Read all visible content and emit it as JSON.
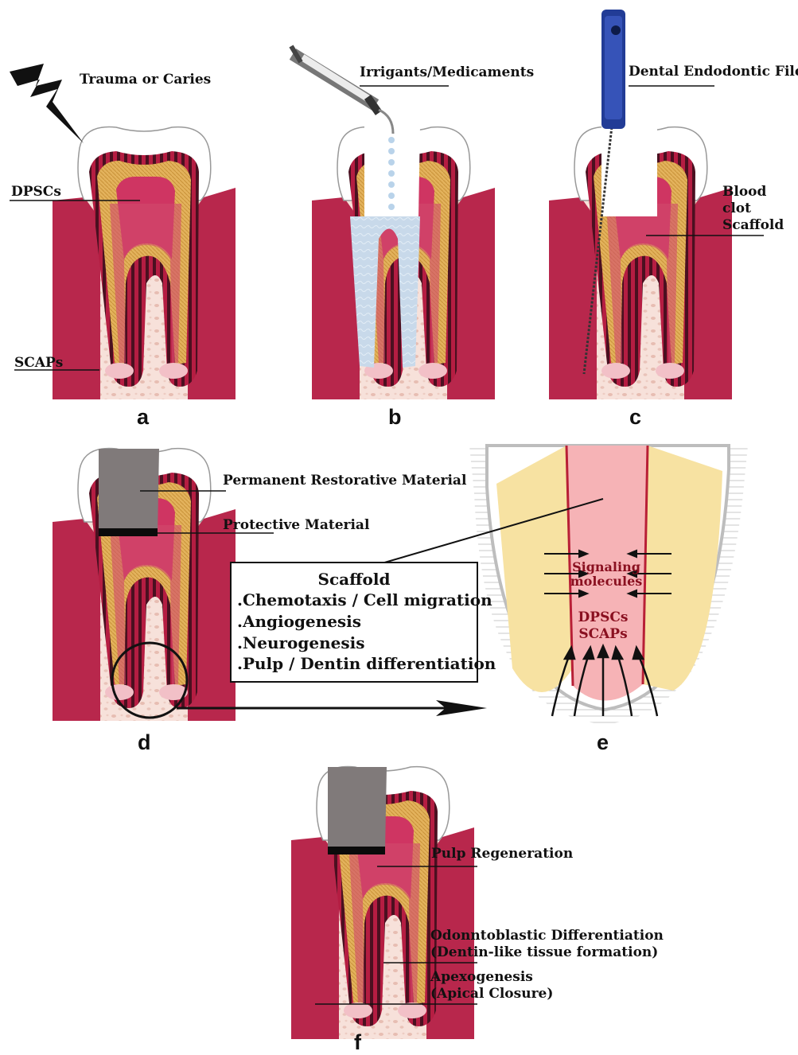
{
  "labels": {
    "trauma_or_caries": "Trauma or Caries",
    "dpscs": "DPSCs",
    "scaps": "SCAPs",
    "irrigants_medicaments": "Irrigants/Medicaments",
    "dental_endodontic_file": "Dental Endodontic File",
    "blood": "Blood",
    "clot": "clot",
    "scaffold_c": "Scaffold",
    "permanent_restorative_material": "Permanent Restorative Material",
    "protective_material": "Protective Material",
    "pulp_regeneration": "Pulp Regeneration",
    "odontoblastic_differentiation": "Odonntoblastic Differentiation",
    "dentin_like_tissue": "(Dentin-like tissue formation)",
    "apexogenesis": "Apexogenesis",
    "apical_closure": "(Apical Closure)"
  },
  "scaffold_box": {
    "title": "Scaffold",
    "items": [
      ".Chemotaxis / Cell migration",
      ".Angiogenesis",
      ".Neurogenesis",
      ".Pulp / Dentin differentiation"
    ]
  },
  "zoom_labels": {
    "signaling": "Signaling",
    "molecules": "molecules",
    "dpscs": "DPSCs",
    "scaps": "SCAPs"
  },
  "panels": {
    "a": "a",
    "b": "b",
    "c": "c",
    "d": "d",
    "e": "e",
    "f": "f"
  },
  "icons": [
    "lightning-icon",
    "syringe-icon",
    "endodontic-file-icon"
  ],
  "colors": {
    "gingiva": "#b8274c",
    "pulp": "#cf3562",
    "dentin": "#e3b25c",
    "bone": "#f7e1da",
    "restorative": "#807a7a",
    "irrigant": "#c8d9ea",
    "zoom_pulp": "#f6b3b6",
    "zoom_dentin": "#f7e2a2",
    "file_handle": "#223c96"
  }
}
